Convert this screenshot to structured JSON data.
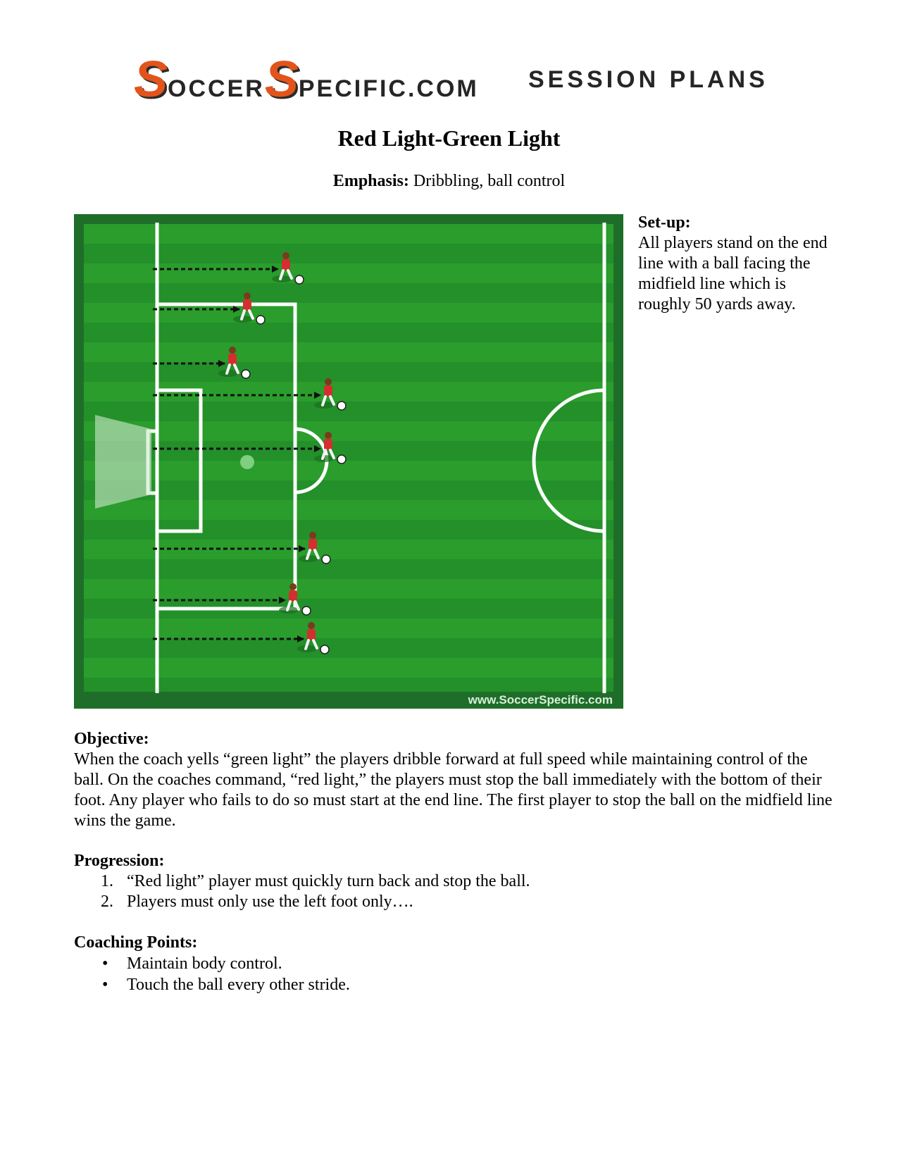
{
  "header": {
    "logo_s1": "S",
    "logo_occer": "OCCER",
    "logo_s2": "S",
    "logo_pecific": "PECIFIC.COM",
    "logo_tag": "SESSION PLANS"
  },
  "title": "Red Light-Green Light",
  "emphasis": {
    "label": "Emphasis:",
    "text": " Dribbling, ball control"
  },
  "diagram": {
    "watermark": "www.SoccerSpecific.com",
    "colors": {
      "grass_light": "#2a9d2c",
      "grass_dark": "#23902a",
      "border": "#1e6e2a",
      "line": "#ffffff",
      "player_shirt": "#d32f2f"
    },
    "player_count": 8
  },
  "setup": {
    "heading": "Set-up:",
    "text": "All players stand on the end line with a ball facing the midfield line which is roughly 50 yards away."
  },
  "objective": {
    "heading": "Objective:",
    "text": "When the coach yells “green light” the players dribble forward at full speed while maintaining control of the ball.  On the coaches command, “red light,” the players must stop the ball immediately with the bottom of their foot.  Any player who fails to do so must start at the end line.  The first player to stop the ball on the midfield line wins the game."
  },
  "progression": {
    "heading": "Progression:",
    "items": [
      {
        "num": "1.",
        "text": "“Red light” player must quickly turn back and stop the ball."
      },
      {
        "num": "2.",
        "text": "Players must only use the left foot only…."
      }
    ]
  },
  "coaching": {
    "heading": "Coaching Points:",
    "bullet": "•",
    "items": [
      "Maintain body control.",
      "Touch the ball every other stride."
    ]
  }
}
